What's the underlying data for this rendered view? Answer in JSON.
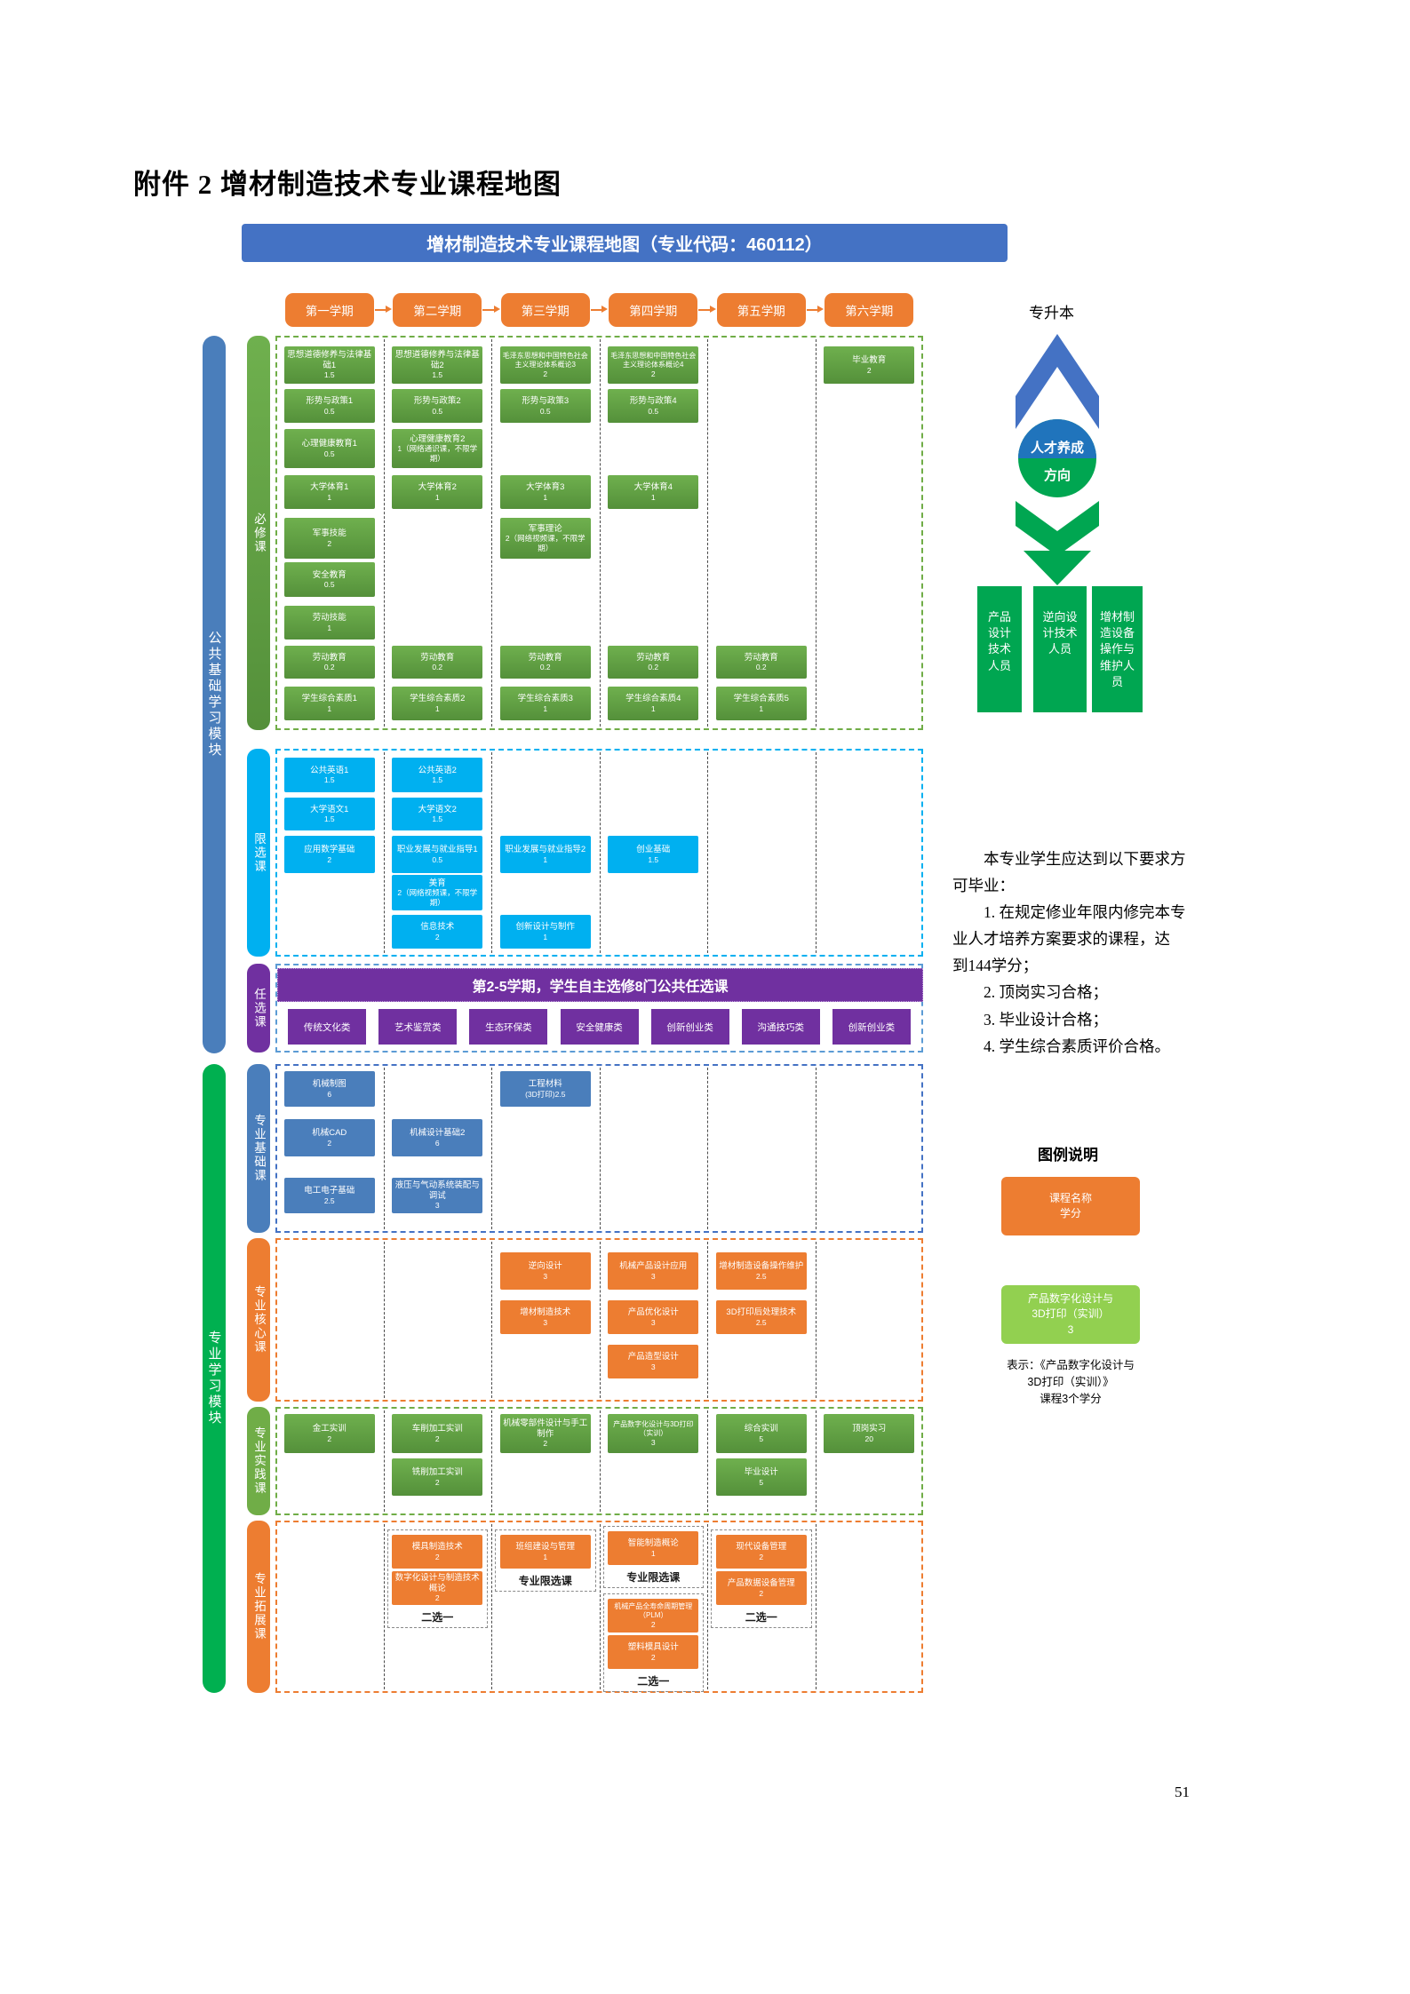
{
  "page": {
    "heading": "附件 2  增材制造技术专业课程地图",
    "page_number": "51"
  },
  "banner": {
    "title": "增材制造技术专业课程地图（专业代码：460112）"
  },
  "semesters": [
    "第一学期",
    "第二学期",
    "第三学期",
    "第四学期",
    "第五学期",
    "第六学期"
  ],
  "modules": [
    {
      "label": "公共基础学习模块"
    },
    {
      "label": "专业学习模块"
    }
  ],
  "sections": [
    {
      "id": "required",
      "label": "必修课",
      "courses": [
        {
          "col": 0,
          "row": 0,
          "name": "思想道德修养与法律基础1",
          "credit": "1.5"
        },
        {
          "col": 0,
          "row": 1,
          "name": "形势与政策1",
          "credit": "0.5"
        },
        {
          "col": 0,
          "row": 2,
          "name": "心理健康教育1",
          "credit": "0.5"
        },
        {
          "col": 0,
          "row": 3,
          "name": "大学体育1",
          "credit": "1"
        },
        {
          "col": 0,
          "row": 4,
          "name": "军事技能",
          "credit": "2"
        },
        {
          "col": 0,
          "row": 5,
          "name": "安全教育",
          "credit": "0.5"
        },
        {
          "col": 0,
          "row": 6,
          "name": "劳动技能",
          "credit": "1"
        },
        {
          "col": 0,
          "row": 7,
          "name": "劳动教育",
          "credit": "0.2"
        },
        {
          "col": 0,
          "row": 8,
          "name": "学生综合素质1",
          "credit": "1"
        },
        {
          "col": 1,
          "row": 0,
          "name": "思想道德修养与法律基础2",
          "credit": "1.5"
        },
        {
          "col": 1,
          "row": 1,
          "name": "形势与政策2",
          "credit": "0.5"
        },
        {
          "col": 1,
          "row": 2,
          "name": "心理健康教育2",
          "credit": "1（网络通识课，不限学期）"
        },
        {
          "col": 1,
          "row": 3,
          "name": "大学体育2",
          "credit": "1"
        },
        {
          "col": 1,
          "row": 7,
          "name": "劳动教育",
          "credit": "0.2"
        },
        {
          "col": 1,
          "row": 8,
          "name": "学生综合素质2",
          "credit": "1"
        },
        {
          "col": 2,
          "row": 0,
          "name": "毛泽东思想和中国特色社会主义理论体系概论3",
          "credit": "2"
        },
        {
          "col": 2,
          "row": 1,
          "name": "形势与政策3",
          "credit": "0.5"
        },
        {
          "col": 2,
          "row": 3,
          "name": "大学体育3",
          "credit": "1"
        },
        {
          "col": 2,
          "row": 4,
          "name": "军事理论",
          "credit": "2（网络视频课，不限学期）"
        },
        {
          "col": 2,
          "row": 7,
          "name": "劳动教育",
          "credit": "0.2"
        },
        {
          "col": 2,
          "row": 8,
          "name": "学生综合素质3",
          "credit": "1"
        },
        {
          "col": 3,
          "row": 0,
          "name": "毛泽东思想和中国特色社会主义理论体系概论4",
          "credit": "2"
        },
        {
          "col": 3,
          "row": 1,
          "name": "形势与政策4",
          "credit": "0.5"
        },
        {
          "col": 3,
          "row": 3,
          "name": "大学体育4",
          "credit": "1"
        },
        {
          "col": 3,
          "row": 7,
          "name": "劳动教育",
          "credit": "0.2"
        },
        {
          "col": 3,
          "row": 8,
          "name": "学生综合素质4",
          "credit": "1"
        },
        {
          "col": 4,
          "row": 7,
          "name": "劳动教育",
          "credit": "0.2"
        },
        {
          "col": 4,
          "row": 8,
          "name": "学生综合素质5",
          "credit": "1"
        },
        {
          "col": 5,
          "row": 0,
          "name": "毕业教育",
          "credit": "2"
        }
      ]
    },
    {
      "id": "limited",
      "label": "限选课",
      "courses": [
        {
          "col": 0,
          "row": 0,
          "name": "公共英语1",
          "credit": "1.5"
        },
        {
          "col": 0,
          "row": 1,
          "name": "大学语文1",
          "credit": "1.5"
        },
        {
          "col": 0,
          "row": 2,
          "name": "应用数学基础",
          "credit": "2"
        },
        {
          "col": 1,
          "row": 0,
          "name": "公共英语2",
          "credit": "1.5"
        },
        {
          "col": 1,
          "row": 1,
          "name": "大学语文2",
          "credit": "1.5"
        },
        {
          "col": 1,
          "row": 2,
          "name": "职业发展与就业指导1",
          "credit": "0.5"
        },
        {
          "col": 1,
          "row": 3,
          "name": "美育",
          "credit": "2（网络视频课，不限学期）"
        },
        {
          "col": 1,
          "row": 4,
          "name": "信息技术",
          "credit": "2"
        },
        {
          "col": 2,
          "row": 2,
          "name": "职业发展与就业指导2",
          "credit": "1"
        },
        {
          "col": 2,
          "row": 4,
          "name": "创新设计与制作",
          "credit": "1"
        },
        {
          "col": 3,
          "row": 2,
          "name": "创业基础",
          "credit": "1.5"
        }
      ]
    },
    {
      "id": "elective",
      "label": "任选课",
      "header": "第2-5学期，学生自主选修8门公共任选课",
      "categories": [
        "传统文化类",
        "艺术鉴赏类",
        "生态环保类",
        "安全健康类",
        "创新创业类",
        "沟通技巧类",
        "创新创业类"
      ]
    },
    {
      "id": "foundation",
      "label": "专业基础课",
      "courses": [
        {
          "col": 0,
          "row": 0,
          "name": "机械制图",
          "credit": "6"
        },
        {
          "col": 0,
          "row": 1,
          "name": "机械CAD",
          "credit": "2"
        },
        {
          "col": 0,
          "row": 2,
          "name": "电工电子基础",
          "credit": "2.5"
        },
        {
          "col": 1,
          "row": 1,
          "name": "机械设计基础2",
          "credit": "6"
        },
        {
          "col": 1,
          "row": 2,
          "name": "液压与气动系统装配与调试",
          "credit": "3"
        },
        {
          "col": 2,
          "row": 0,
          "name": "工程材料",
          "credit": "(3D打印)2.5"
        }
      ]
    },
    {
      "id": "core",
      "label": "专业核心课",
      "courses": [
        {
          "col": 2,
          "row": 0,
          "name": "逆向设计",
          "credit": "3"
        },
        {
          "col": 2,
          "row": 1,
          "name": "增材制造技术",
          "credit": "3"
        },
        {
          "col": 3,
          "row": 0,
          "name": "机械产品设计应用",
          "credit": "3"
        },
        {
          "col": 3,
          "row": 1,
          "name": "产品优化设计",
          "credit": "3"
        },
        {
          "col": 3,
          "row": 2,
          "name": "产品造型设计",
          "credit": "3"
        },
        {
          "col": 4,
          "row": 0,
          "name": "增材制造设备操作维护",
          "credit": "2.5"
        },
        {
          "col": 4,
          "row": 1,
          "name": "3D打印后处理技术",
          "credit": "2.5"
        }
      ]
    },
    {
      "id": "practice",
      "label": "专业实践课",
      "courses": [
        {
          "col": 0,
          "row": 0,
          "name": "金工实训",
          "credit": "2"
        },
        {
          "col": 1,
          "row": 0,
          "name": "车削加工实训",
          "credit": "2"
        },
        {
          "col": 1,
          "row": 1,
          "name": "铣削加工实训",
          "credit": "2"
        },
        {
          "col": 2,
          "row": 0,
          "name": "机械零部件设计与手工制作",
          "credit": "2"
        },
        {
          "col": 3,
          "row": 0,
          "name": "产品数字化设计与3D打印（实训）",
          "credit": "3"
        },
        {
          "col": 4,
          "row": 0,
          "name": "综合实训",
          "credit": "5"
        },
        {
          "col": 4,
          "row": 1,
          "name": "毕业设计",
          "credit": "5"
        },
        {
          "col": 5,
          "row": 0,
          "name": "顶岗实习",
          "credit": "20"
        }
      ]
    },
    {
      "id": "extension",
      "label": "专业拓展课",
      "groups": [
        {
          "col": 1,
          "y": 10,
          "label": "二选一",
          "courses": [
            {
              "name": "模具制造技术",
              "credit": "2"
            },
            {
              "name": "数字化设计与制造技术概论",
              "credit": "2"
            }
          ]
        },
        {
          "col": 2,
          "y": 10,
          "label": "专业限选课",
          "courses": [
            {
              "name": "班组建设与管理",
              "credit": "1"
            }
          ]
        },
        {
          "col": 3,
          "y": 6,
          "label": "专业限选课",
          "courses": [
            {
              "name": "智能制造概论",
              "credit": "1"
            }
          ]
        },
        {
          "col": 3,
          "y": 82,
          "label": "二选一",
          "courses": [
            {
              "name": "机械产品全寿命周期管理（PLM）",
              "credit": "2"
            },
            {
              "name": "塑料模具设计",
              "credit": "2"
            }
          ]
        },
        {
          "col": 4,
          "y": 10,
          "label": "二选一",
          "courses": [
            {
              "name": "现代设备管理",
              "credit": "2"
            },
            {
              "name": "产品数据设备管理",
              "credit": "2"
            }
          ]
        }
      ]
    }
  ],
  "pathway": {
    "label": "专升本",
    "circle_line1": "人才养成",
    "circle_line2": "方向",
    "targets": [
      "产品设计技术人员",
      "逆向设计技术人员",
      "增材制造设备操作与维护人员"
    ]
  },
  "graduation_requirements": {
    "text": "　　本专业学生应达到以下要求方\n可毕业：\n　　1. 在规定修业年限内修完本专\n业人才培养方案要求的课程，达\n到144学分；\n　　2. 顶岗实习合格；\n　　3. 毕业设计合格；\n　　4. 学生综合素质评价合格。"
  },
  "legend": {
    "title": "图例说明",
    "sample_orange": {
      "name": "课程名称",
      "credit": "学分"
    },
    "sample_green": {
      "name": "产品数字化设计与\n3D打印（实训）",
      "credit": "3"
    },
    "caption": "表示：《产品数字化设计与\n3D打印（实训）》\n课程3个学分"
  }
}
